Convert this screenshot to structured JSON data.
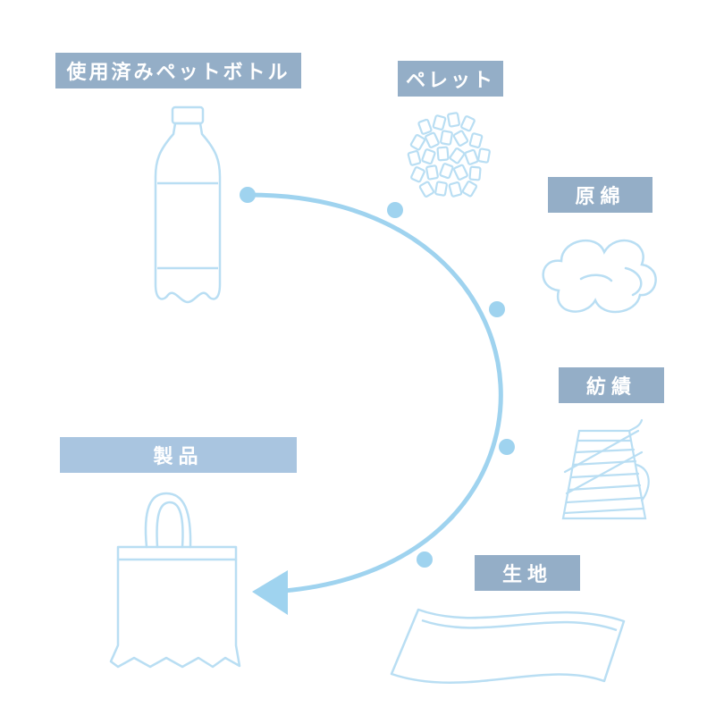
{
  "steps": {
    "bottle": "使用済みペットボトル",
    "pellet": "ペレット",
    "cotton": "原綿",
    "spinning": "紡績",
    "fabric": "生地",
    "product": "製品"
  },
  "colors": {
    "label_dark": "#94aec7",
    "label_light": "#a9c5e0",
    "flow_line": "#9fd3ef",
    "illustration_stroke": "#b9def3"
  }
}
